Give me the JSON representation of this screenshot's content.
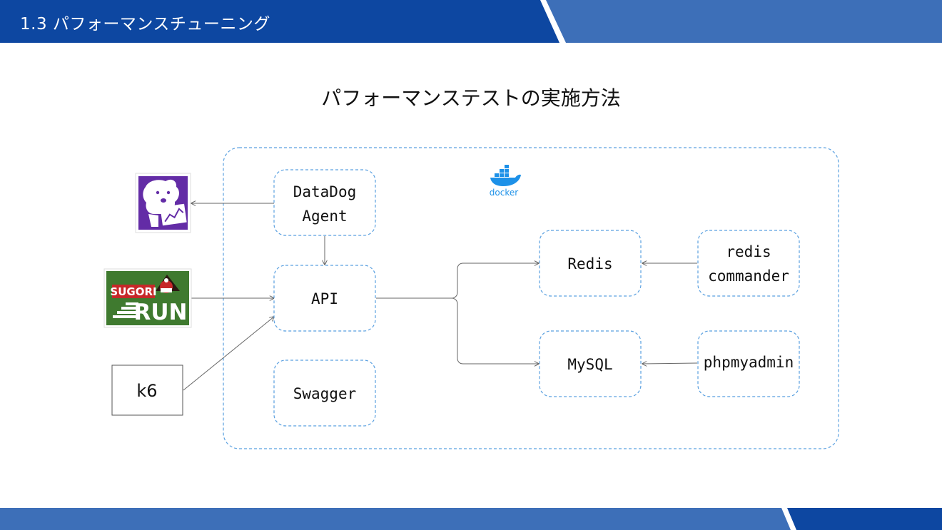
{
  "header": {
    "title": "1.3 パフォーマンスチューニング"
  },
  "slide": {
    "title": "パフォーマンステストの実施方法"
  },
  "colors": {
    "primary_blue": "#0d47a1",
    "secondary_blue": "#3d6fb8",
    "dashed_border": "#5aa0e0",
    "docker_blue": "#1d91e8",
    "datadog_purple": "#632ca6",
    "sugori_green": "#3f7a2f"
  },
  "diagram": {
    "container": {
      "logo_icon": "docker-whale-icon",
      "logo_text": "docker"
    },
    "nodes": {
      "datadog_agent": {
        "line1": "DataDog",
        "line2": "Agent"
      },
      "api": "API",
      "swagger": "Swagger",
      "redis": "Redis",
      "mysql": "MySQL",
      "redis_commander": {
        "line1": "redis",
        "line2": "commander"
      },
      "phpmyadmin": "phpmyadmin"
    },
    "external": {
      "datadog_logo": {
        "icon": "datadog-dog-icon"
      },
      "sugori_run_logo": {
        "top_text": "SUGORI",
        "main_text": "RUN"
      },
      "k6": "k6"
    },
    "connections": [
      {
        "from": "datadog_agent",
        "to": "datadog_logo"
      },
      {
        "from": "datadog_agent",
        "to": "api"
      },
      {
        "from": "sugori_run_logo",
        "to": "api"
      },
      {
        "from": "k6",
        "to": "api"
      },
      {
        "from": "api",
        "to": "redis"
      },
      {
        "from": "api",
        "to": "mysql"
      },
      {
        "from": "redis_commander",
        "to": "redis"
      },
      {
        "from": "phpmyadmin",
        "to": "mysql"
      }
    ]
  }
}
